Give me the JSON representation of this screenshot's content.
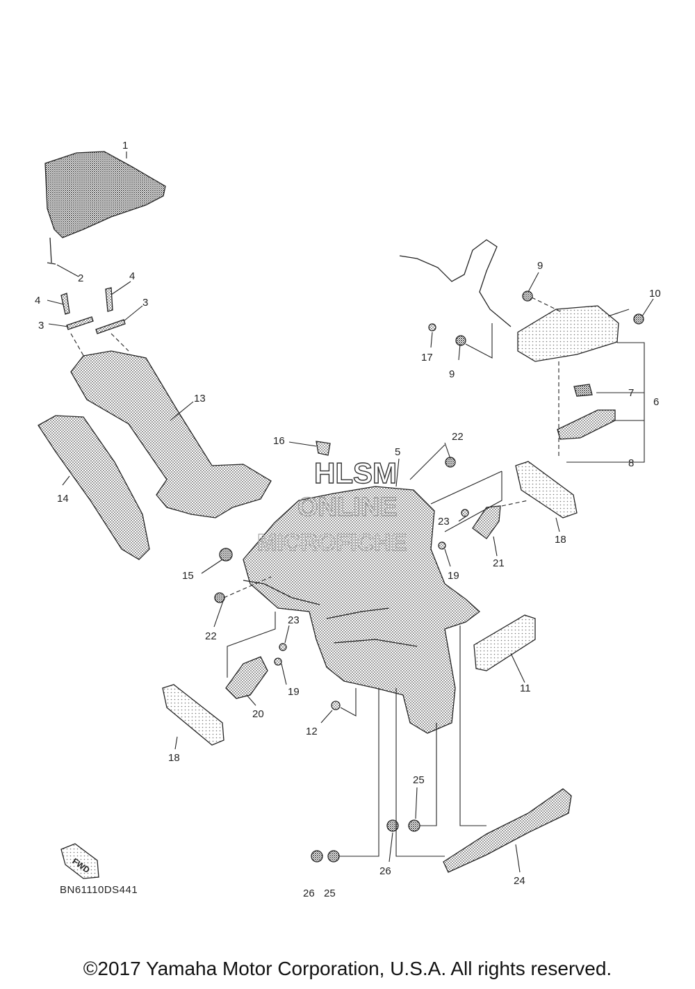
{
  "diagram": {
    "callouts": [
      "1",
      "2",
      "3",
      "4",
      "5",
      "6",
      "7",
      "8",
      "9",
      "10",
      "11",
      "12",
      "13",
      "14",
      "15",
      "16",
      "17",
      "18",
      "19",
      "20",
      "21",
      "22",
      "23",
      "24",
      "25",
      "26"
    ],
    "diagram_code": "BN61110DS441",
    "fwd_label": "FWD",
    "watermark": [
      "HLSM",
      "ONLINE",
      "MICROFICHE"
    ],
    "copyright": "©2017 Yamaha Motor Corporation, U.S.A. All rights reserved."
  },
  "colors": {
    "line": "#222222",
    "stipple": "#6e6e6e",
    "background": "#ffffff"
  }
}
